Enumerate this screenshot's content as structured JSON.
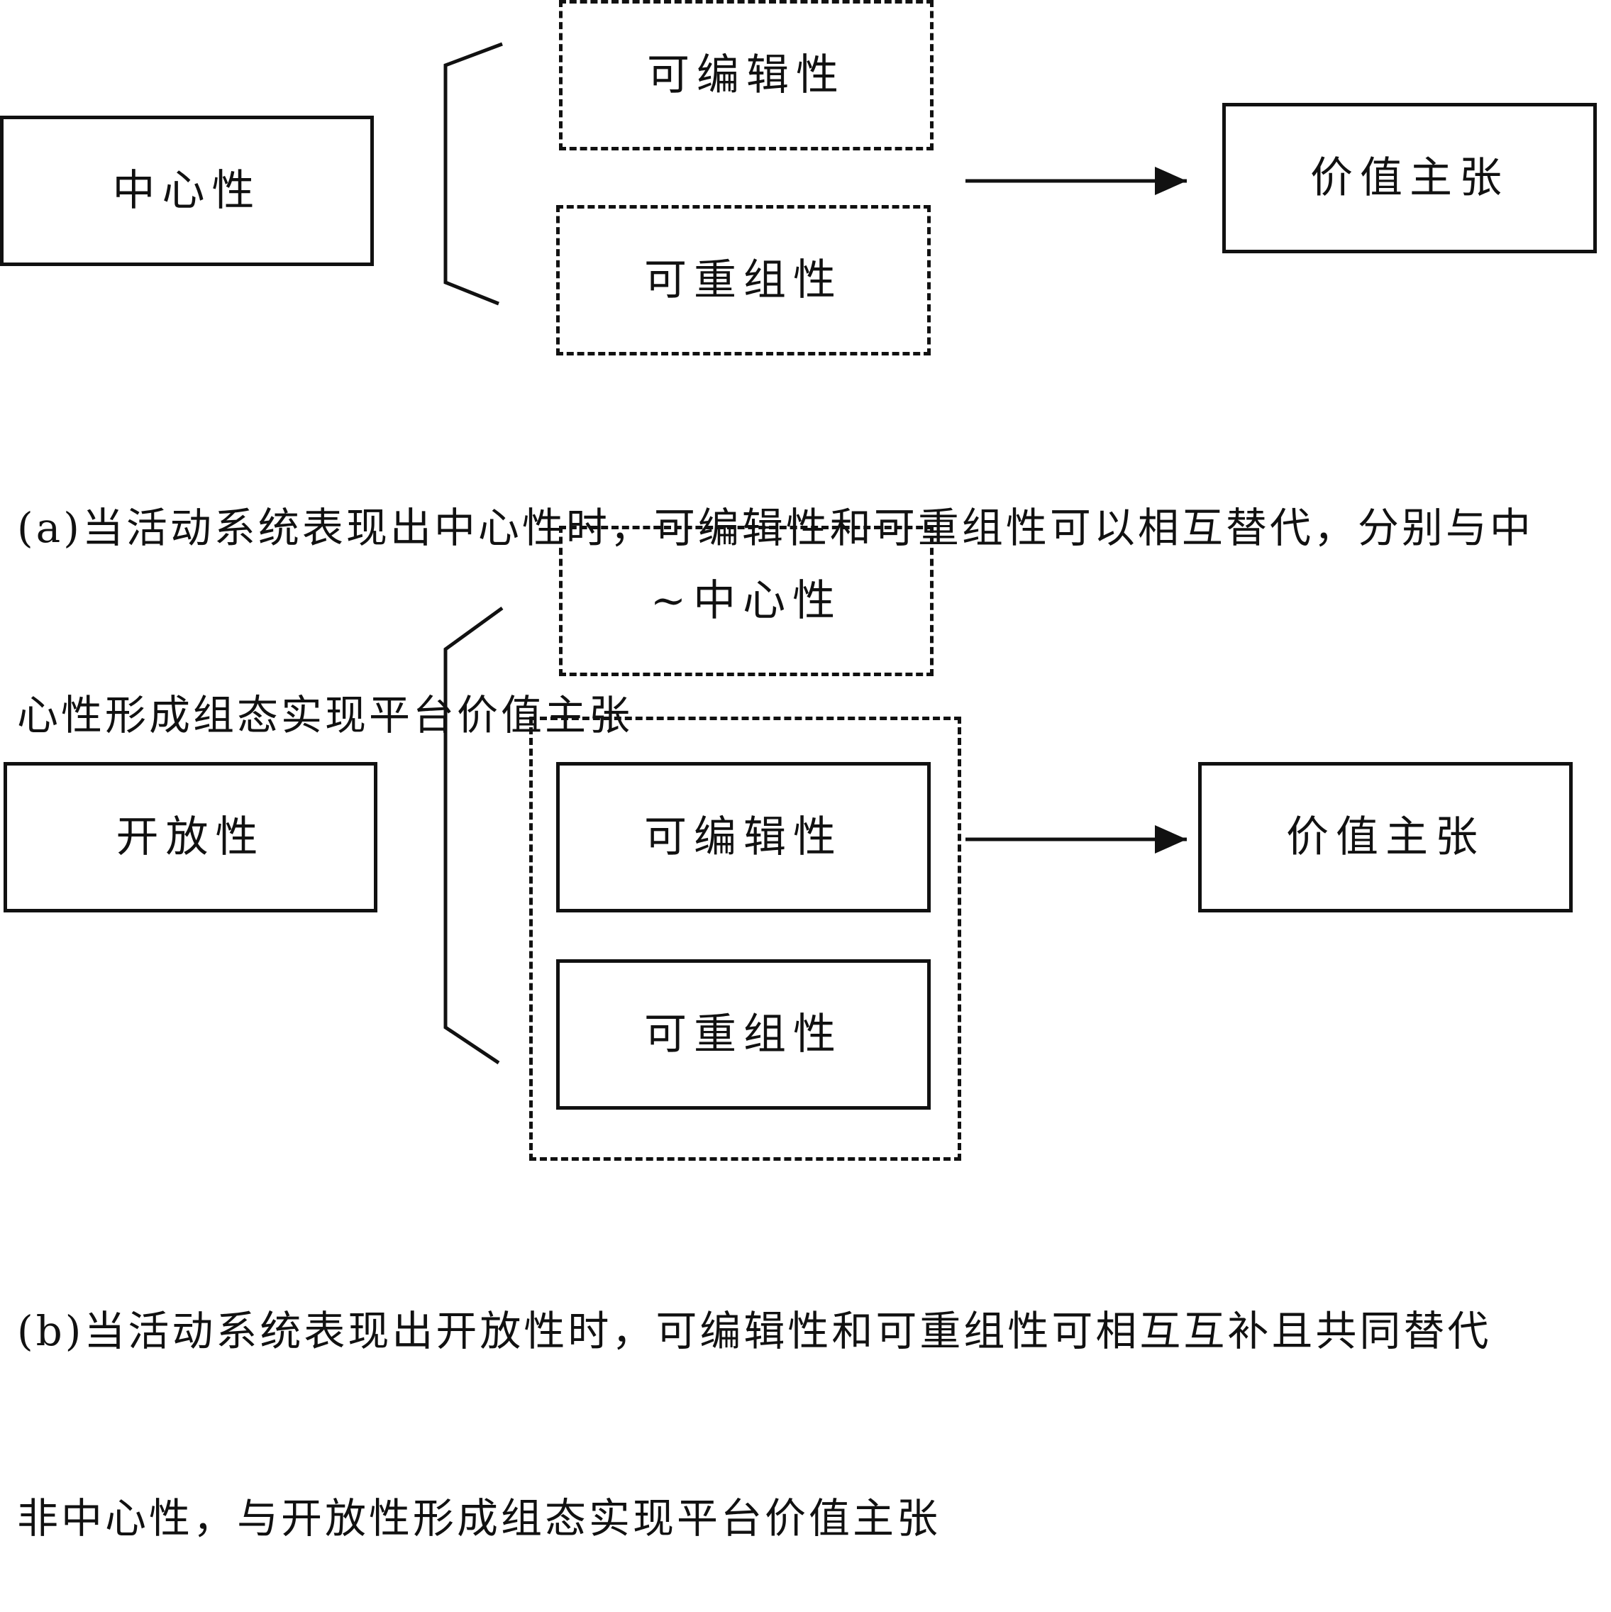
{
  "panel_a": {
    "source_box": "中心性",
    "conditions": [
      "可编辑性",
      "可重组性"
    ],
    "outcome_box": "价值主张",
    "caption_line1": "(a)当活动系统表现出中心性时，可编辑性和可重组性可以相互替代，分别与中",
    "caption_line2": "心性形成组态实现平台价值主张"
  },
  "panel_b": {
    "source_box": "开放性",
    "absent_condition": "~中心性",
    "conditions": [
      "可编辑性",
      "可重组性"
    ],
    "outcome_box": "价值主张",
    "caption_line1": "(b)当活动系统表现出开放性时，可编辑性和可重组性可相互互补且共同替代",
    "caption_line2": "非中心性，与开放性形成组态实现平台价值主张"
  },
  "colors": {
    "stroke": "#111111",
    "background": "#ffffff"
  }
}
